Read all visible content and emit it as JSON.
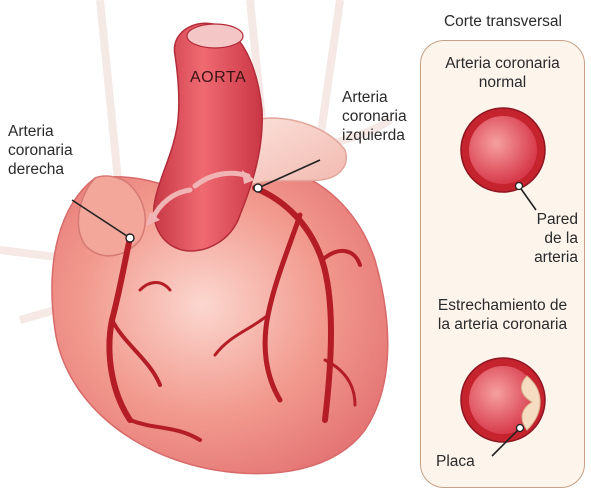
{
  "labels": {
    "aorta": "AORTA",
    "right_coronary": [
      "Arteria",
      "coronaria",
      "derecha"
    ],
    "left_coronary": [
      "Arteria",
      "coronaria",
      "izquierda"
    ],
    "cross_section_title": "Corte transversal",
    "normal_artery": [
      "Arteria coronaria",
      "normal"
    ],
    "artery_wall": [
      "Pared",
      "de la",
      "arteria"
    ],
    "narrowing": [
      "Estrechamiento de",
      "la arteria coronaria"
    ],
    "plaque": "Placa"
  },
  "colors": {
    "heart_muscle": "#eb7c7c",
    "aorta": "#dc4b58",
    "vessel": "#b51d26",
    "panel_fill": "#fdf4ec",
    "panel_border": "#c7a087",
    "plaque": "#f6dcc0"
  }
}
